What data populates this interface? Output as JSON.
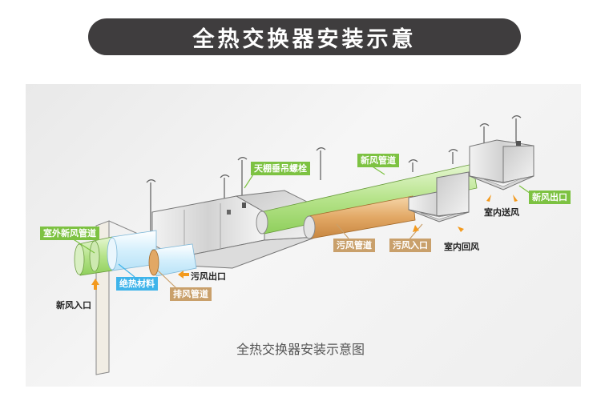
{
  "header": {
    "title": "全热交换器安装示意"
  },
  "diagram": {
    "caption": "全热交换器安装示意图",
    "labels": {
      "outdoor_fresh_air_duct": "室外新风管道",
      "insulation_material": "绝热材料",
      "exhaust_duct": "排风管道",
      "ceiling_hanging_bolt": "天棚垂吊螺栓",
      "fresh_air_duct": "新风管道",
      "fresh_air_outlet": "新风出口",
      "dirty_air_duct": "污风管道",
      "dirty_air_inlet": "污风入口",
      "fresh_air_inlet": "新风入口",
      "dirty_air_outlet": "污风出口",
      "indoor_supply_air": "室内送风",
      "indoor_return_air": "室内回风"
    },
    "colors": {
      "title_bar": "#3f3d3e",
      "label_green": "#7dc242",
      "label_blue": "#3fb4ea",
      "label_tan": "#c9a06b",
      "arrow_orange": "#f39a1e",
      "fresh_pipe": "#bfe79a",
      "dirty_pipe": "#e0a867",
      "insulation": "#d4effc"
    }
  }
}
